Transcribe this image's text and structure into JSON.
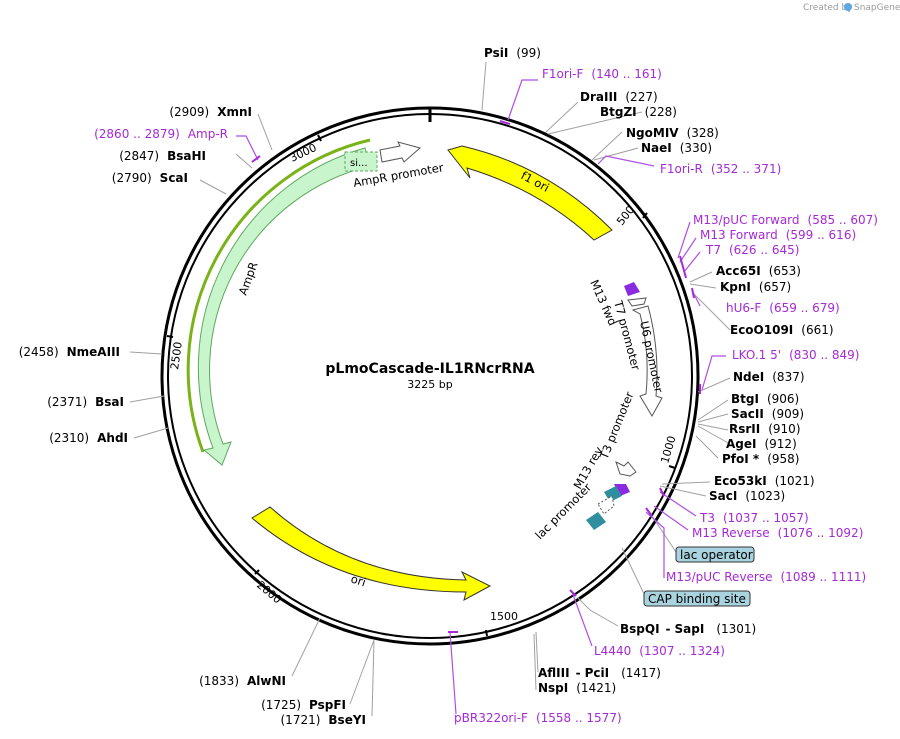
{
  "watermark": {
    "prefix": "Created by",
    "brand": "SnapGene"
  },
  "plasmid": {
    "name": "pLmoCascade-IL1RNcrRNA",
    "size_label": "3225 bp"
  },
  "ticks": [
    "500",
    "1000",
    "1500",
    "2000",
    "2500",
    "3000"
  ],
  "features": {
    "f1_ori": "f1 ori",
    "ampr": "AmpR",
    "ampr_promoter": "AmpR promoter",
    "signal": "si...",
    "ori": "ori",
    "m13_fwd": "M13 fwd",
    "t7_promoter": "T7 promoter",
    "u6_promoter": "U6 promoter",
    "t3_promoter": "T3 promoter",
    "m13_rev": "M13 rev",
    "lac_promoter": "lac promoter"
  },
  "right_labels": [
    {
      "name": "PsiI",
      "pos": "(99)",
      "kind": "site"
    },
    {
      "name": "F1ori-F",
      "pos": "(140 .. 161)",
      "kind": "primer"
    },
    {
      "name": "DraIII",
      "pos": "(227)",
      "kind": "site"
    },
    {
      "name": "BtgZI",
      "pos": "(228)",
      "kind": "site"
    },
    {
      "name": "NgoMIV",
      "pos": "(328)",
      "kind": "site"
    },
    {
      "name": "NaeI",
      "pos": "(330)",
      "kind": "site"
    },
    {
      "name": "F1ori-R",
      "pos": "(352 .. 371)",
      "kind": "primer"
    },
    {
      "name": "M13/pUC Forward",
      "pos": "(585 .. 607)",
      "kind": "primer"
    },
    {
      "name": "M13 Forward",
      "pos": "(599 .. 616)",
      "kind": "primer"
    },
    {
      "name": "T7",
      "pos": "(626 .. 645)",
      "kind": "primer"
    },
    {
      "name": "Acc65I",
      "pos": "(653)",
      "kind": "site"
    },
    {
      "name": "KpnI",
      "pos": "(657)",
      "kind": "site"
    },
    {
      "name": "hU6-F",
      "pos": "(659 .. 679)",
      "kind": "primer"
    },
    {
      "name": "EcoO109I",
      "pos": "(661)",
      "kind": "site"
    },
    {
      "name": "LKO.1 5'",
      "pos": "(830 .. 849)",
      "kind": "primer"
    },
    {
      "name": "NdeI",
      "pos": "(837)",
      "kind": "site"
    },
    {
      "name": "BtgI",
      "pos": "(906)",
      "kind": "site"
    },
    {
      "name": "SacII",
      "pos": "(909)",
      "kind": "site"
    },
    {
      "name": "RsrII",
      "pos": "(910)",
      "kind": "site"
    },
    {
      "name": "AgeI",
      "pos": "(912)",
      "kind": "site"
    },
    {
      "name": "PfoI *",
      "pos": "(958)",
      "kind": "site"
    },
    {
      "name": "Eco53kI",
      "pos": "(1021)",
      "kind": "site"
    },
    {
      "name": "SacI",
      "pos": "(1023)",
      "kind": "site"
    },
    {
      "name": "T3",
      "pos": "(1037 .. 1057)",
      "kind": "primer"
    },
    {
      "name": "M13 Reverse",
      "pos": "(1076 .. 1092)",
      "kind": "primer"
    },
    {
      "name": "M13/pUC Reverse",
      "pos": "(1089 .. 1111)",
      "kind": "primer"
    },
    {
      "name": "BspQI",
      "name2": "SapI",
      "pos": "(1301)",
      "kind": "site"
    },
    {
      "name": "L4440",
      "pos": "(1307 .. 1324)",
      "kind": "primer"
    },
    {
      "name": "AflIII",
      "name2": "PciI",
      "pos": "(1417)",
      "kind": "site"
    },
    {
      "name": "NspI",
      "pos": "(1421)",
      "kind": "site"
    },
    {
      "name": "pBR322ori-F",
      "pos": "(1558 .. 1577)",
      "kind": "primer"
    }
  ],
  "left_labels": [
    {
      "name": "XmnI",
      "pos": "(2909)",
      "kind": "site"
    },
    {
      "name": "Amp-R",
      "pos": "(2860 .. 2879)",
      "kind": "primer"
    },
    {
      "name": "BsaHI",
      "pos": "(2847)",
      "kind": "site"
    },
    {
      "name": "ScaI",
      "pos": "(2790)",
      "kind": "site"
    },
    {
      "name": "NmeAIII",
      "pos": "(2458)",
      "kind": "site"
    },
    {
      "name": "BsaI",
      "pos": "(2371)",
      "kind": "site"
    },
    {
      "name": "AhdI",
      "pos": "(2310)",
      "kind": "site"
    },
    {
      "name": "AlwNI",
      "pos": "(1833)",
      "kind": "site"
    },
    {
      "name": "PspFI",
      "pos": "(1725)",
      "kind": "site"
    },
    {
      "name": "BseYI",
      "pos": "(1721)",
      "kind": "site"
    }
  ],
  "boxes": {
    "lac_operator": "lac operator",
    "cap_site": "CAP binding site"
  },
  "colors": {
    "site": "#000000",
    "primer": "#a52ad6",
    "yellow": "#ffff00",
    "ampr_fill": "#c8f5cc",
    "ampr_stroke": "#5fa85f",
    "ampr_outer": "#7ab317",
    "teal": "#2f8f9f",
    "box_fill": "#a9d3df",
    "purple": "#8a2be2"
  }
}
